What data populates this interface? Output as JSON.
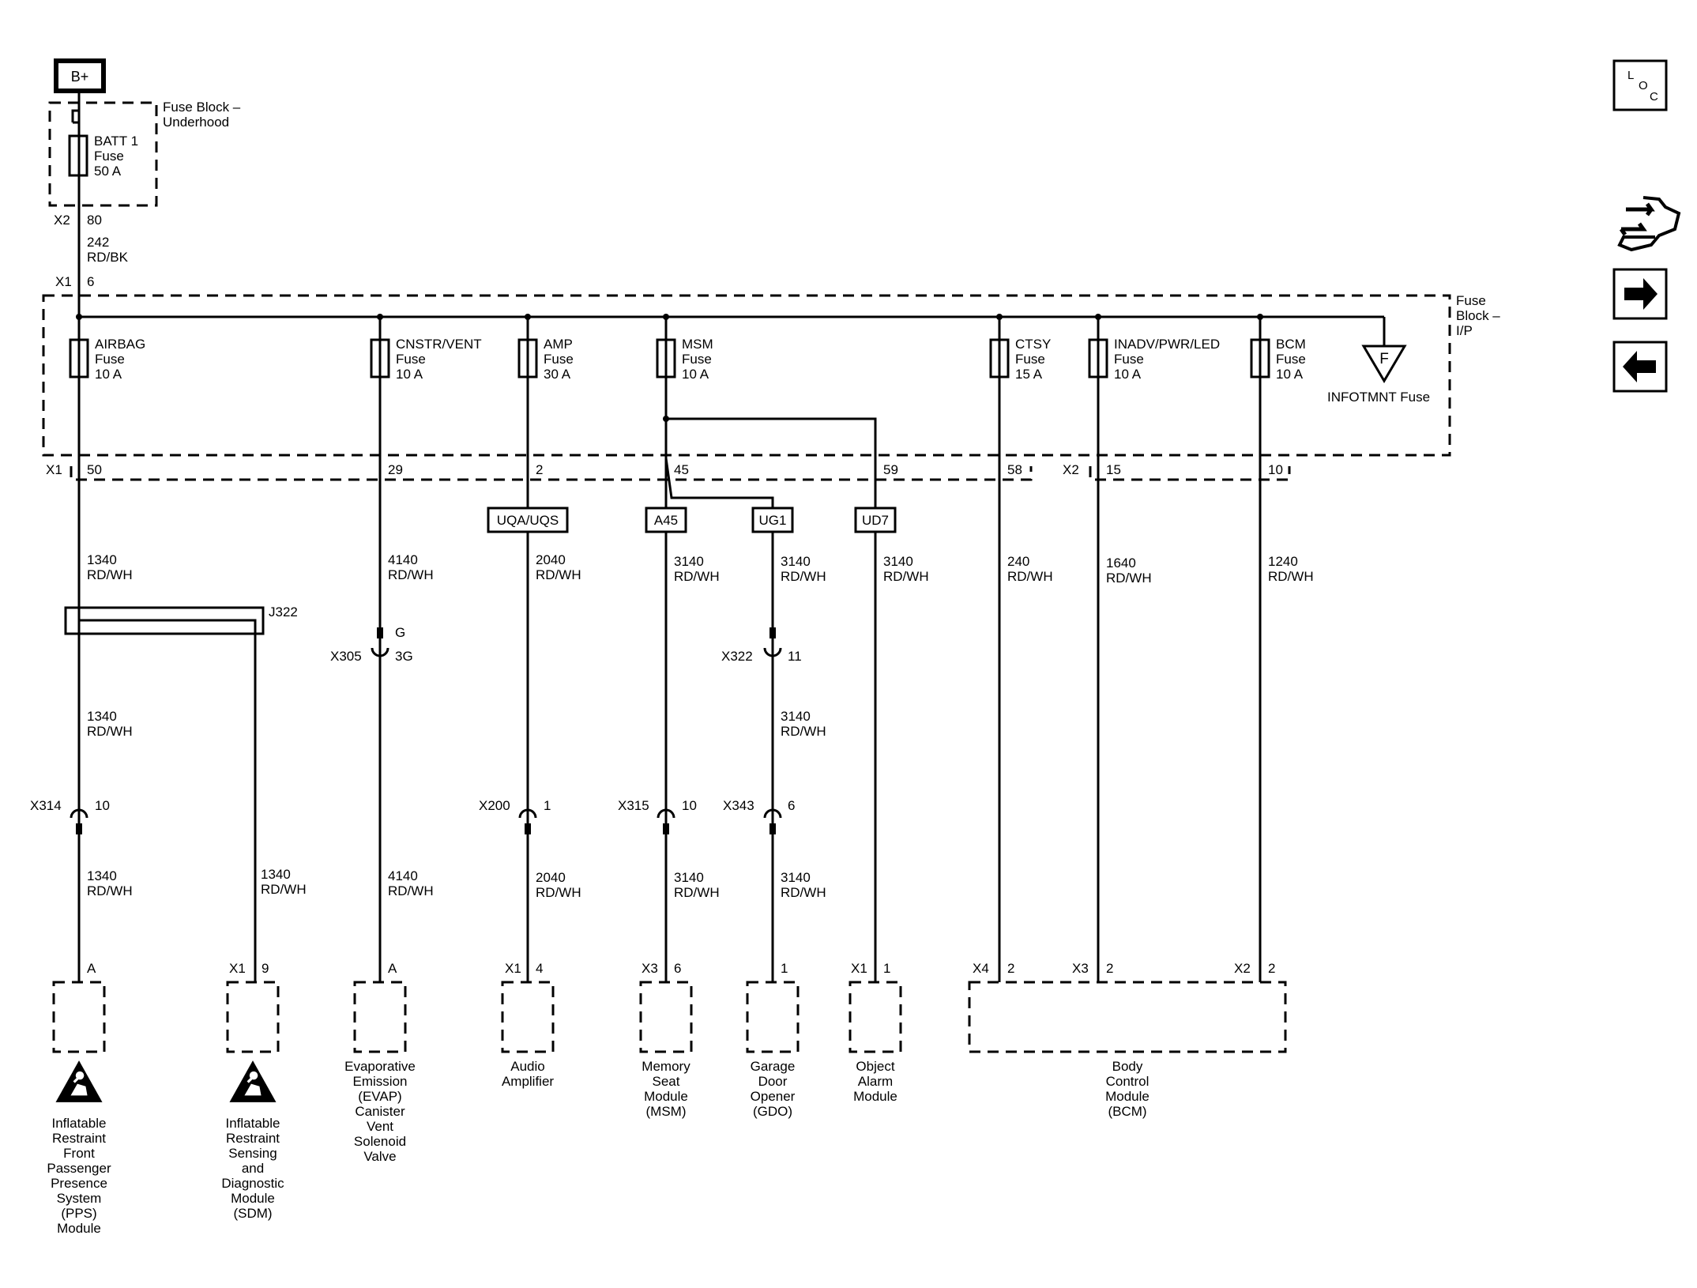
{
  "power": {
    "label": "B+"
  },
  "fuse_block_underhood": {
    "label": [
      "Fuse Block –",
      "Underhood"
    ],
    "fuse": [
      "BATT 1",
      "Fuse",
      "50 A"
    ],
    "conn_out": "X2",
    "pin_out": "80"
  },
  "feed_wire": [
    "242",
    "RD/BK"
  ],
  "fuse_block_ip": {
    "label": [
      "Fuse",
      "Block –",
      "I/P"
    ],
    "conn_in": "X1",
    "pin_in": "6",
    "infotmnt": {
      "letter": "F",
      "label": "INFOTMNT Fuse"
    }
  },
  "circuits": [
    {
      "fuse": [
        "AIRBAG",
        "Fuse",
        "10 A"
      ],
      "conn": "X1",
      "pin": "50",
      "wire1": [
        "1340",
        "RD/WH"
      ],
      "splice": "J322",
      "wire2": [
        "1340",
        "RD/WH"
      ],
      "inline_conn": "X314",
      "inline_pin": "10",
      "wire3": [
        "1340",
        "RD/WH"
      ],
      "branch_wire": [
        "1340",
        "RD/WH"
      ],
      "component_pin": "A",
      "component": [
        "Inflatable",
        "Restraint",
        "Front",
        "Passenger",
        "Presence",
        "System",
        "(PPS)",
        "Module"
      ]
    },
    {
      "component_conn": "X1",
      "component_pin": "9",
      "component": [
        "Inflatable",
        "Restraint",
        "Sensing",
        "and",
        "Diagnostic",
        "Module",
        "(SDM)"
      ]
    },
    {
      "fuse": [
        "CNSTR/VENT",
        "Fuse",
        "10 A"
      ],
      "pin": "29",
      "wire1": [
        "4140",
        "RD/WH"
      ],
      "inline_conn": "X305",
      "inline_pin_top": "G",
      "inline_pin": "3G",
      "wire2": [
        "4140",
        "RD/WH"
      ],
      "component_pin": "A",
      "component": [
        "Evaporative",
        "Emission",
        "(EVAP)",
        "Canister",
        "Vent",
        "Solenoid",
        "Valve"
      ]
    },
    {
      "fuse": [
        "AMP",
        "Fuse",
        "30 A"
      ],
      "pin": "2",
      "option": "UQA/UQS",
      "wire1": [
        "2040",
        "RD/WH"
      ],
      "inline_conn": "X200",
      "inline_pin": "1",
      "wire2": [
        "2040",
        "RD/WH"
      ],
      "component_conn": "X1",
      "component_pin": "4",
      "component": [
        "Audio",
        "Amplifier"
      ]
    },
    {
      "fuse": [
        "MSM",
        "Fuse",
        "10 A"
      ],
      "pin": "45",
      "option": "A45",
      "wire1": [
        "3140",
        "RD/WH"
      ],
      "inline_conn": "X315",
      "inline_pin": "10",
      "wire2": [
        "3140",
        "RD/WH"
      ],
      "component_conn": "X3",
      "component_pin": "6",
      "component": [
        "Memory",
        "Seat",
        "Module",
        "(MSM)"
      ]
    },
    {
      "option": "UG1",
      "wire1": [
        "3140",
        "RD/WH"
      ],
      "inline_conn_a": "X322",
      "inline_pin_a": "11",
      "wire2": [
        "3140",
        "RD/WH"
      ],
      "inline_conn": "X343",
      "inline_pin": "6",
      "wire3": [
        "3140",
        "RD/WH"
      ],
      "component_pin": "1",
      "component": [
        "Garage",
        "Door",
        "Opener",
        "(GDO)"
      ]
    },
    {
      "pin": "59",
      "option": "UD7",
      "wire1": [
        "3140",
        "RD/WH"
      ],
      "component_conn": "X1",
      "component_pin": "1",
      "component": [
        "Object",
        "Alarm",
        "Module"
      ]
    },
    {
      "fuse": [
        "CTSY",
        "Fuse",
        "15 A"
      ],
      "pin": "58",
      "wire1": [
        "240",
        "RD/WH"
      ],
      "component_conn": "X4",
      "component_pin": "2"
    },
    {
      "fuse": [
        "INADV/PWR/LED",
        "Fuse",
        "10 A"
      ],
      "conn": "X2",
      "pin": "15",
      "wire1": [
        "1640",
        "RD/WH"
      ],
      "component_conn": "X3",
      "component_pin": "2"
    },
    {
      "fuse": [
        "BCM",
        "Fuse",
        "10 A"
      ],
      "pin": "10",
      "wire1": [
        "1240",
        "RD/WH"
      ],
      "component_conn": "X2",
      "component_pin": "2"
    }
  ],
  "bcm": {
    "component": [
      "Body",
      "Control",
      "Module",
      "(BCM)"
    ]
  },
  "nav": {
    "loc": [
      "L",
      "O",
      "C"
    ],
    "icons": [
      "connector-view-icon",
      "arrow-right-icon",
      "arrow-left-icon"
    ]
  }
}
